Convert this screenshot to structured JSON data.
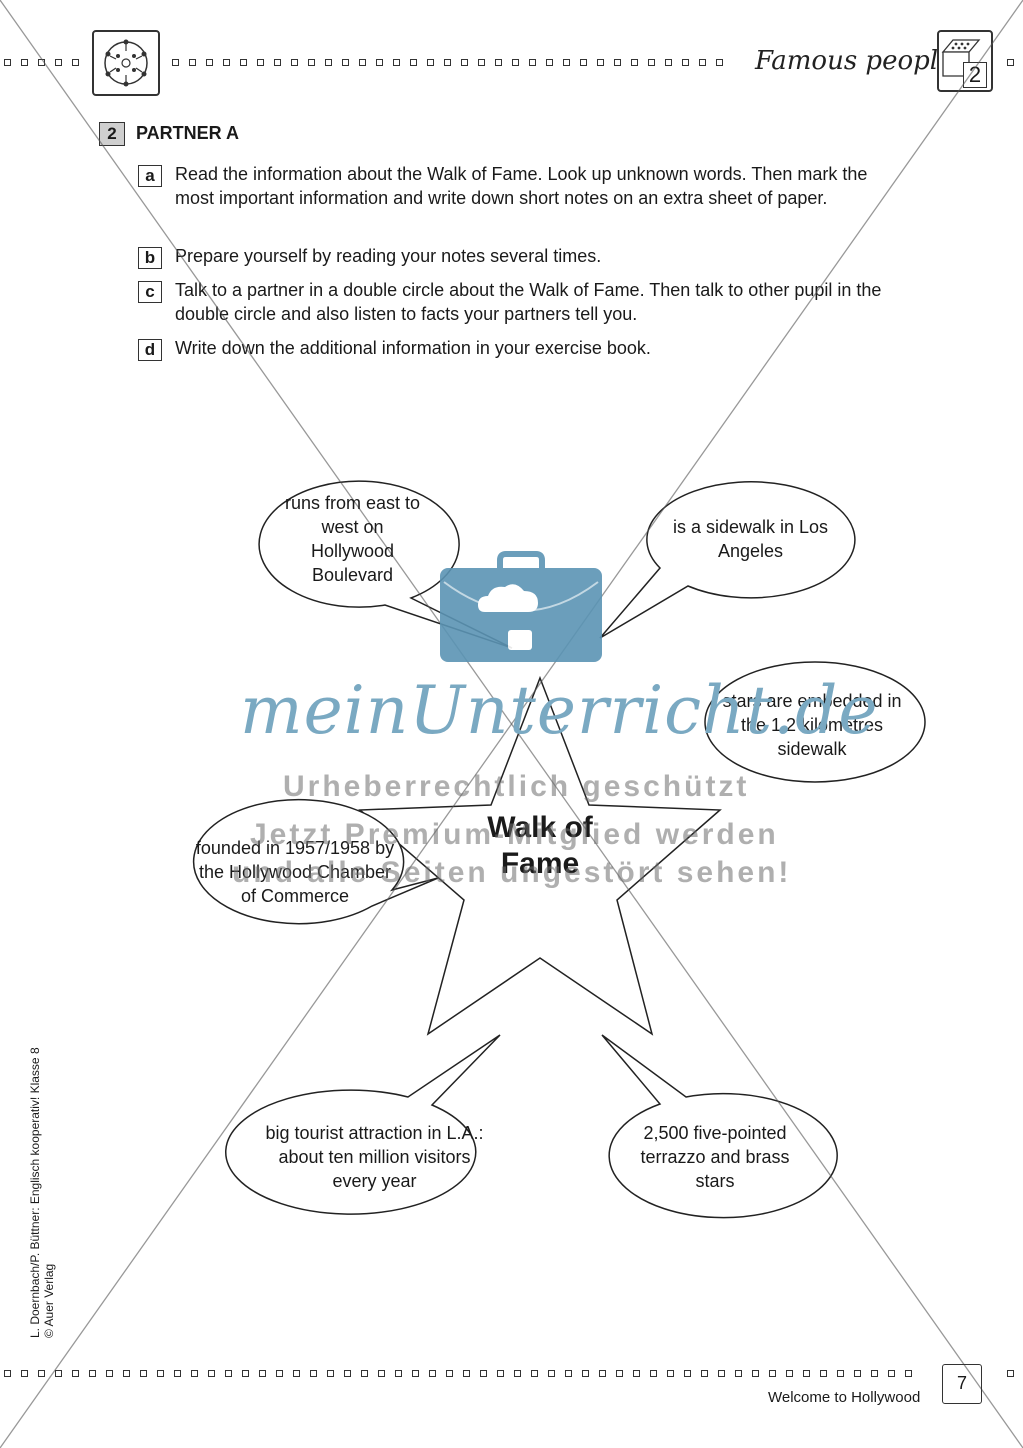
{
  "header": {
    "title": "Famous people",
    "unit_number": "2"
  },
  "section": {
    "number": "2",
    "title": "PARTNER A",
    "tasks": [
      {
        "letter": "a",
        "text": "Read the information about the Walk of Fame. Look up unknown words. Then mark the most important information and write down short notes on an extra sheet of paper."
      },
      {
        "letter": "b",
        "text": "Prepare yourself by reading your notes several times."
      },
      {
        "letter": "c",
        "text": "Talk to a partner in a double circle about the Walk of Fame. Then talk to other pupil in the double circle and also listen to facts your partners tell you."
      },
      {
        "letter": "d",
        "text": "Write down the additional information in your exercise book."
      }
    ]
  },
  "mindmap": {
    "center": "Walk of Fame",
    "bubbles": [
      "runs from east to west on Hollywood Boulevard",
      "is a sidewalk in Los Angeles",
      "stars are embedded in the 1.2 kilometres sidewalk",
      "founded in 1957/1958 by the Hollywood Chamber of Commerce",
      "big tourist attraction in L.A.: about ten million visitors every year",
      "2,500 five-pointed terrazzo and brass stars"
    ]
  },
  "watermark": {
    "brand": "meinUnterricht.de",
    "line1": "Urheberrechtlich geschützt",
    "line2": "Jetzt Premium-Mitglied werden",
    "line3": "und alle Seiten ungestört sehen!"
  },
  "footer": {
    "credit_line1": "L. Doernbach/P. Büttner: Englisch kooperativ! Klasse 8",
    "credit_line2": "© Auer Verlag",
    "title": "Welcome to Hollywood",
    "page": "7"
  },
  "colors": {
    "watermark_blue": "#5b94b4",
    "ink": "#1a1a1a"
  }
}
